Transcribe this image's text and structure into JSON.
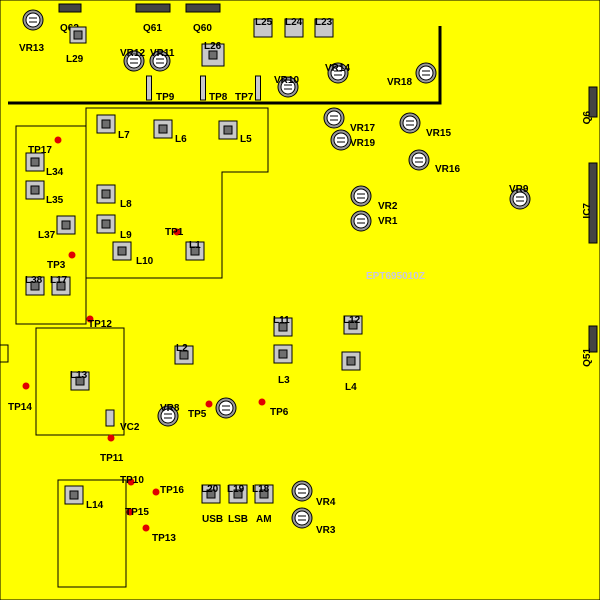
{
  "watermark": "EPT695010Z",
  "components": [
    {
      "id": "vr13",
      "type": "trimmer",
      "label": "VR13"
    },
    {
      "id": "q62",
      "type": "ic",
      "label": "Q62"
    },
    {
      "id": "q61",
      "type": "ic",
      "label": "Q61"
    },
    {
      "id": "q60",
      "type": "ic",
      "label": "Q60"
    },
    {
      "id": "l29",
      "type": "coil",
      "label": "L29"
    },
    {
      "id": "l25",
      "type": "pad",
      "label": "L25"
    },
    {
      "id": "l24",
      "type": "pad",
      "label": "L24"
    },
    {
      "id": "l23",
      "type": "pad",
      "label": "L23"
    },
    {
      "id": "vr12",
      "type": "trimmer",
      "label": "VR12"
    },
    {
      "id": "vr11",
      "type": "trimmer",
      "label": "VR11"
    },
    {
      "id": "l26",
      "type": "coil",
      "label": "L26"
    },
    {
      "id": "vr10",
      "type": "trimmer",
      "label": "VR10"
    },
    {
      "id": "vr14",
      "type": "trimmer",
      "label": "VR14"
    },
    {
      "id": "vr18",
      "type": "trimmer",
      "label": "VR18"
    },
    {
      "id": "tp9",
      "type": "pin",
      "label": "TP9"
    },
    {
      "id": "tp8",
      "type": "pin",
      "label": "TP8"
    },
    {
      "id": "tp7",
      "type": "pin",
      "label": "TP7"
    },
    {
      "id": "q6",
      "type": "ic",
      "label": "Q6"
    },
    {
      "id": "ic7",
      "type": "ic",
      "label": "IC7"
    },
    {
      "id": "q51",
      "type": "ic",
      "label": "Q51"
    },
    {
      "id": "l7",
      "type": "coil",
      "label": "L7"
    },
    {
      "id": "l6",
      "type": "coil",
      "label": "L6"
    },
    {
      "id": "l5",
      "type": "coil",
      "label": "L5"
    },
    {
      "id": "l8",
      "type": "coil",
      "label": "L8"
    },
    {
      "id": "l9",
      "type": "coil",
      "label": "L9"
    },
    {
      "id": "l10",
      "type": "coil",
      "label": "L10"
    },
    {
      "id": "l1",
      "type": "coil",
      "label": "L1"
    },
    {
      "id": "tp1",
      "type": "dot",
      "label": "TP1"
    },
    {
      "id": "vr17",
      "type": "trimmer",
      "label": "VR17"
    },
    {
      "id": "vr19",
      "type": "trimmer",
      "label": "VR19"
    },
    {
      "id": "vr15",
      "type": "trimmer",
      "label": "VR15"
    },
    {
      "id": "vr16",
      "type": "trimmer",
      "label": "VR16"
    },
    {
      "id": "vr9",
      "type": "trimmer",
      "label": "VR9"
    },
    {
      "id": "vr2",
      "type": "trimmer",
      "label": "VR2"
    },
    {
      "id": "vr1",
      "type": "trimmer",
      "label": "VR1"
    },
    {
      "id": "tp17",
      "type": "dot",
      "label": "TP17"
    },
    {
      "id": "l34",
      "type": "coil",
      "label": "L34"
    },
    {
      "id": "l35",
      "type": "coil",
      "label": "L35"
    },
    {
      "id": "l37",
      "type": "coil",
      "label": "L37"
    },
    {
      "id": "tp3",
      "type": "dot",
      "label": "TP3"
    },
    {
      "id": "l38",
      "type": "coil",
      "label": "L38"
    },
    {
      "id": "l17",
      "type": "coil",
      "label": "L17"
    },
    {
      "id": "tp12",
      "type": "dot",
      "label": "TP12"
    },
    {
      "id": "l11",
      "type": "coil",
      "label": "L11"
    },
    {
      "id": "l12",
      "type": "coil",
      "label": "L12"
    },
    {
      "id": "l2",
      "type": "coil",
      "label": "L2"
    },
    {
      "id": "l3",
      "type": "coil",
      "label": "L3"
    },
    {
      "id": "l4",
      "type": "coil",
      "label": "L4"
    },
    {
      "id": "l13",
      "type": "coil",
      "label": "L13"
    },
    {
      "id": "tp14",
      "type": "dot",
      "label": "TP14"
    },
    {
      "id": "vr8",
      "type": "trimmer",
      "label": "VR8"
    },
    {
      "id": "tp5",
      "type": "dot",
      "label": "TP5"
    },
    {
      "id": "vr5",
      "type": "trimmer",
      "label": ""
    },
    {
      "id": "tp6",
      "type": "dot",
      "label": "TP6"
    },
    {
      "id": "vc2",
      "type": "pin",
      "label": "VC2"
    },
    {
      "id": "tp11",
      "type": "dot",
      "label": "TP11"
    },
    {
      "id": "tp10",
      "type": "dot",
      "label": "TP10"
    },
    {
      "id": "tp16",
      "type": "dot",
      "label": "TP16"
    },
    {
      "id": "tp15",
      "type": "dot",
      "label": "TP15"
    },
    {
      "id": "tp13",
      "type": "dot",
      "label": "TP13"
    },
    {
      "id": "l14",
      "type": "coil",
      "label": "L14"
    },
    {
      "id": "l20",
      "type": "coil",
      "label": "L20",
      "sublabel": "USB"
    },
    {
      "id": "l19",
      "type": "coil",
      "label": "L19",
      "sublabel": "LSB"
    },
    {
      "id": "l18",
      "type": "coil",
      "label": "L18",
      "sublabel": "AM"
    },
    {
      "id": "vr4",
      "type": "trimmer",
      "label": "VR4"
    },
    {
      "id": "vr3",
      "type": "trimmer",
      "label": "VR3"
    }
  ],
  "colors": {
    "board": "#ffff00",
    "dot": "#e00000",
    "pad": "#c8c8c8",
    "outline": "#000000"
  }
}
